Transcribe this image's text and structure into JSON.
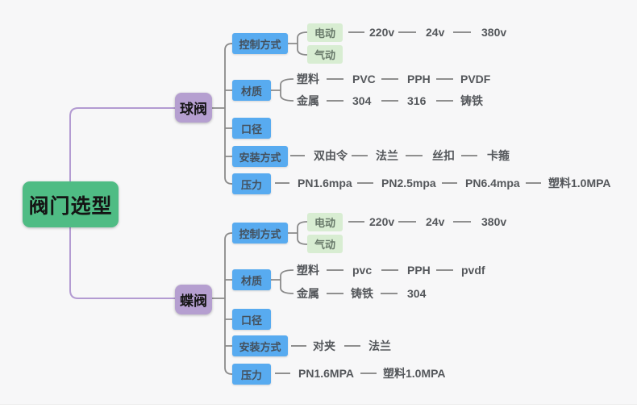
{
  "colors": {
    "canvas_bg": "#f7f7f8",
    "root_bg": "#4fbc84",
    "branch_bg": "#b59fd0",
    "category_bg": "#58abf0",
    "leaf_box_bg": "#d8edd2",
    "connector_gray": "#8a8a8a",
    "connector_purple": "#b39bd2",
    "leaf_text": "#54575b"
  },
  "root": {
    "label": "阀门选型"
  },
  "branches": [
    {
      "label": "球阀",
      "children": [
        {
          "label": "控制方式",
          "electric": "电动",
          "pneumatic": "气动",
          "chain": [
            "220v",
            "24v",
            "380v"
          ]
        },
        {
          "label": "材质",
          "plastic": {
            "label": "塑料",
            "chain": [
              "PVC",
              "PPH",
              "PVDF"
            ]
          },
          "metal": {
            "label": "金属",
            "chain": [
              "304",
              "316",
              "铸铁"
            ]
          }
        },
        {
          "label": "口径"
        },
        {
          "label": "安装方式",
          "chain": [
            "双由令",
            "法兰",
            "丝扣",
            "卡箍"
          ]
        },
        {
          "label": "压力",
          "chain": [
            "PN1.6mpa",
            "PN2.5mpa",
            "PN6.4mpa",
            "塑料1.0MPA"
          ]
        }
      ]
    },
    {
      "label": "蝶阀",
      "children": [
        {
          "label": "控制方式",
          "electric": "电动",
          "pneumatic": "气动",
          "chain": [
            "220v",
            "24v",
            "380v"
          ]
        },
        {
          "label": "材质",
          "plastic": {
            "label": "塑料",
            "chain": [
              "pvc",
              "PPH",
              "pvdf"
            ]
          },
          "metal": {
            "label": "金属",
            "chain": [
              "铸铁",
              "304"
            ]
          }
        },
        {
          "label": "口径"
        },
        {
          "label": "安装方式",
          "chain": [
            "对夹",
            "法兰"
          ]
        },
        {
          "label": "压力",
          "chain": [
            "PN1.6MPA",
            "塑料1.0MPA"
          ]
        }
      ]
    }
  ]
}
